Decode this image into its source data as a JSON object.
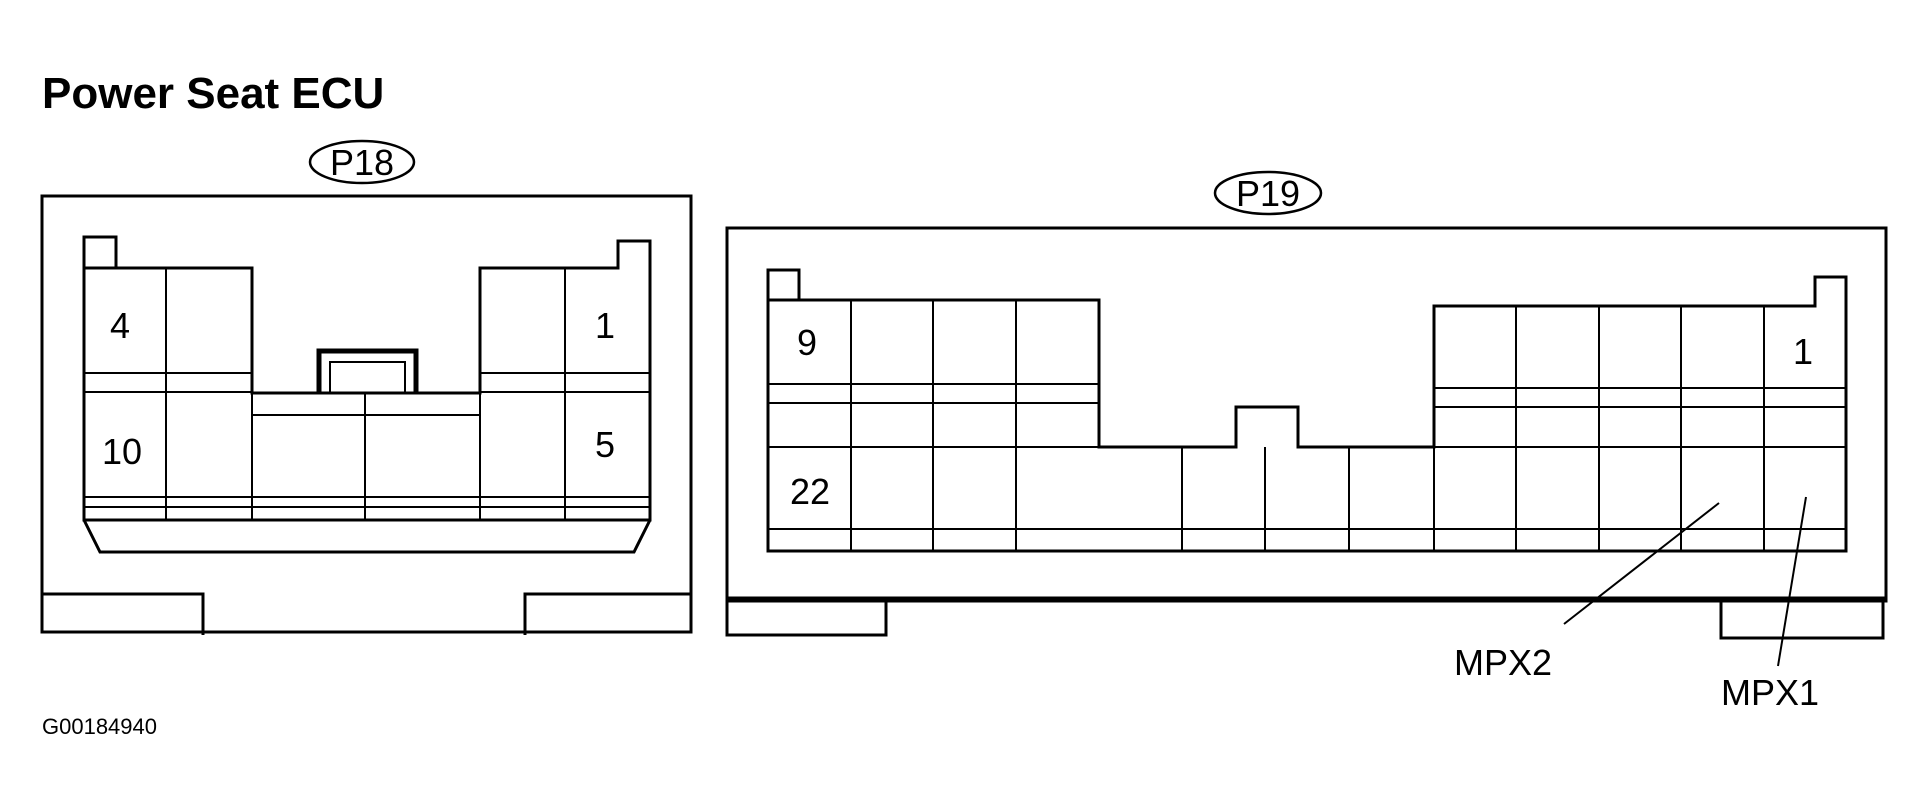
{
  "title": "Power Seat ECU",
  "figure_code": "G00184940",
  "connectors": [
    {
      "id": "P18",
      "pins": {
        "top_left": "4",
        "top_right": "1",
        "bottom_left": "10",
        "bottom_right": "5"
      }
    },
    {
      "id": "P19",
      "pins": {
        "top_left": "9",
        "top_right": "1",
        "bottom_left": "22"
      },
      "callouts": [
        "MPX2",
        "MPX1"
      ]
    }
  ]
}
